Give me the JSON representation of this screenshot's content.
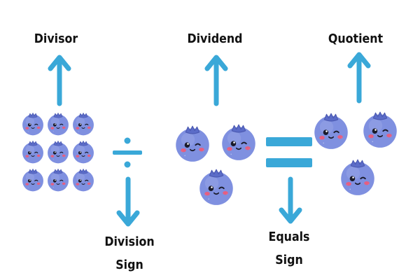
{
  "labels": {
    "divisor": "Divisor",
    "dividend": "Dividend",
    "quotient": "Quotient",
    "division_sign": [
      "Division",
      "Sign"
    ],
    "equals_sign": [
      "Equals",
      "Sign"
    ]
  },
  "counts": {
    "divisor_blueberries": 9,
    "dividend_blueberries": 3,
    "quotient_blueberries": 3
  },
  "colors": {
    "arrow": "#3aa8d8",
    "symbol": "#3aa8d8",
    "berry_body": "#7f90e0",
    "berry_crown": "#5b6cc8",
    "berry_cheek": "#f05a78",
    "text": "#111111"
  },
  "icons": {
    "divisor_arrow": "arrow-up-icon",
    "dividend_arrow": "arrow-up-icon",
    "quotient_arrow": "arrow-up-icon",
    "division_arrow": "arrow-down-icon",
    "equals_arrow": "arrow-down-icon",
    "division_symbol": "division-sign-icon",
    "equals_symbol": "equals-sign-icon",
    "blueberry": "blueberry-icon"
  }
}
